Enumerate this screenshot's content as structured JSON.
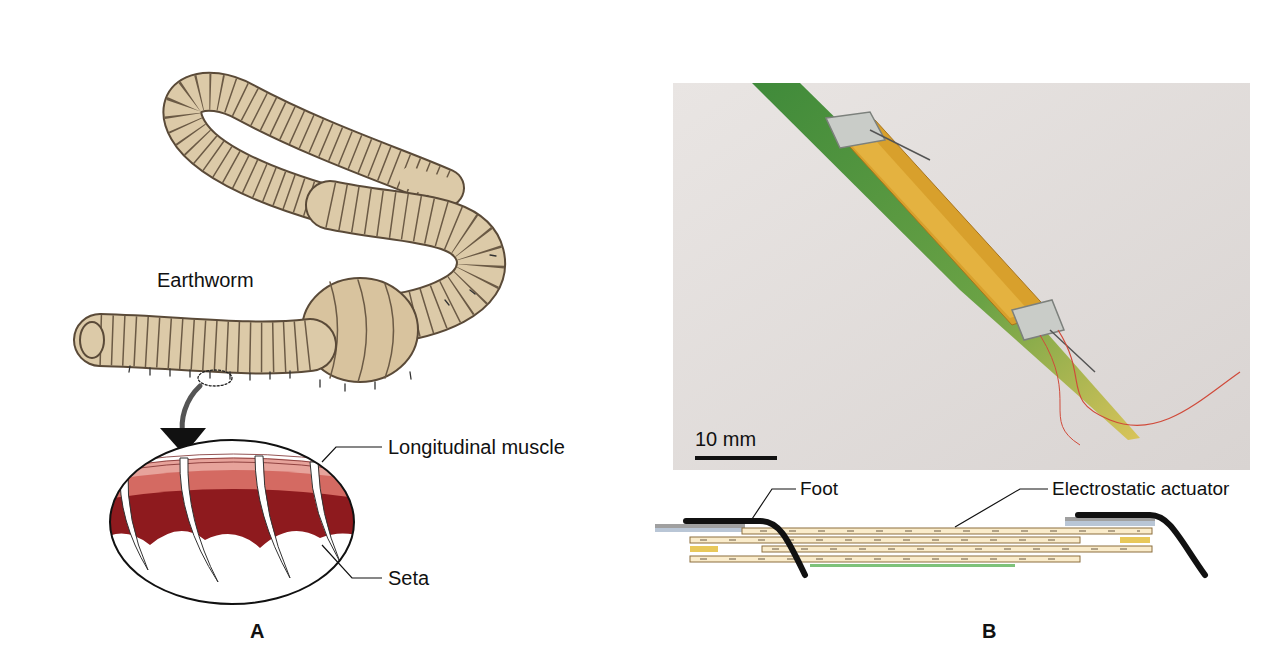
{
  "diagram": {
    "labels": [
      "Earthworm",
      "Longitudinal muscle",
      "Seta",
      "A",
      "Foot",
      "Electrostatic actuator",
      "10 mm",
      "B"
    ]
  }
}
